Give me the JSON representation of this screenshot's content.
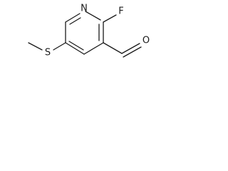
{
  "molecule": {
    "atoms": {
      "nitrogen": "N",
      "fluorine": "F",
      "oxygen": "O",
      "sulfur": "S"
    }
  }
}
